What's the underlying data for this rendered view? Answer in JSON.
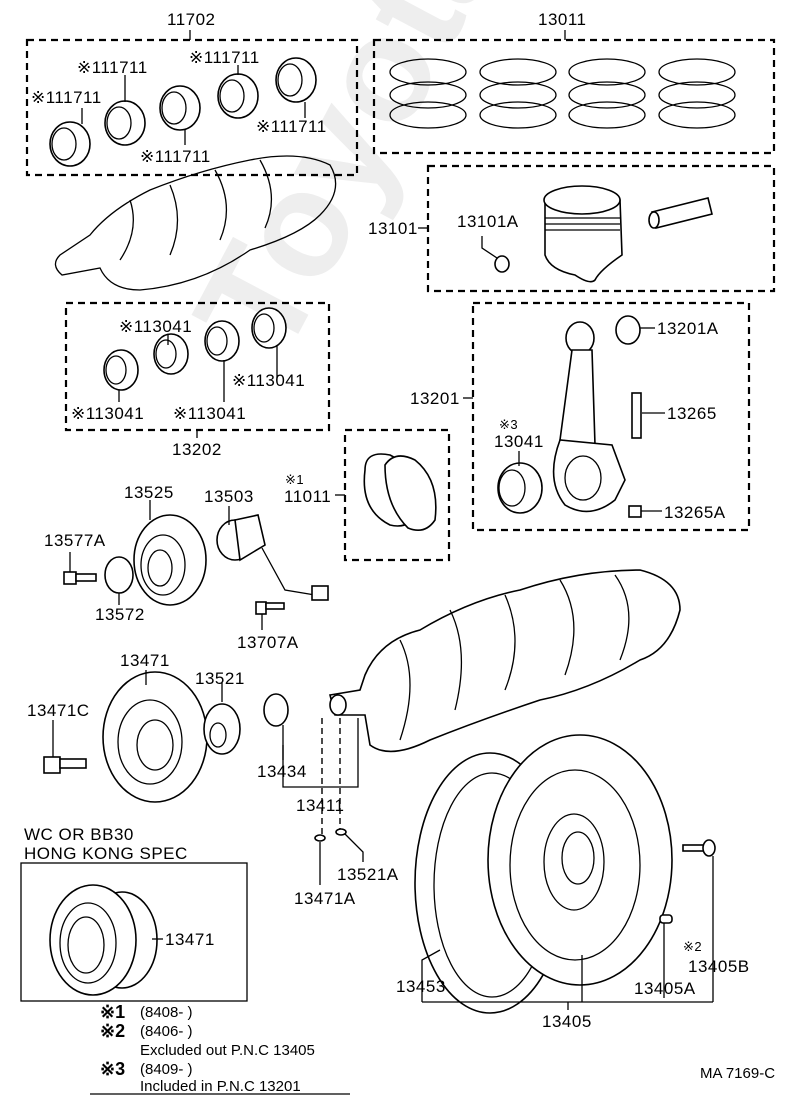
{
  "diagram": {
    "watermark": "ToyotaMirro.ru",
    "figure_code": "MA 7169-C",
    "groups": {
      "main_bearing_set": "11702",
      "piston_ring_set": "13011",
      "piston_set": "13101",
      "conrod_bearing_set": "13202",
      "conrod_assembly": "13201",
      "thrust_washer": "11011",
      "flywheel_assembly": "13405",
      "crankshaft_assembly": "13411"
    },
    "labels": {
      "main_bearing_1": "※111711",
      "main_bearing_2": "※111711",
      "main_bearing_3": "※111711",
      "main_bearing_4": "※111711",
      "main_bearing_5": "※111711",
      "piston_pin_clip": "13101A",
      "conrod_bearing_1": "※113041",
      "conrod_bearing_2": "※113041",
      "conrod_bearing_3": "※113041",
      "conrod_bearing_4": "※113041",
      "conrod_bushing": "13201A",
      "conrod_bolt": "13265",
      "conrod_nut": "13265A",
      "conrod_bearing_note": "※3",
      "conrod_bearing": "13041",
      "thrust_washer_note": "※1",
      "timing_gear": "13525",
      "sensor": "13503",
      "bolt_13577a": "13577A",
      "plate_13572": "13572",
      "bolt_13707a": "13707A",
      "pulley": "13471",
      "crank_gear": "13521",
      "pulley_bolt": "13471C",
      "spacer": "13434",
      "key_13471a": "13471A",
      "key_13521a": "13521A",
      "ring_gear": "13453",
      "flywheel_pin": "13405A",
      "flywheel_bolt_note": "※2",
      "flywheel_bolt": "13405B",
      "inset_pulley": "13471"
    },
    "inset": {
      "title_line1": "WC OR BB30",
      "title_line2": "HONG KONG SPEC"
    },
    "notes": [
      {
        "mark": "※1",
        "text": "(8408-          )"
      },
      {
        "mark": "※2",
        "text": "(8406-          )"
      },
      {
        "mark": "",
        "text": "Excluded out P.N.C 13405"
      },
      {
        "mark": "※3",
        "text": "(8409-          )"
      },
      {
        "mark": "",
        "text": "Included in P.N.C 13201"
      }
    ]
  }
}
